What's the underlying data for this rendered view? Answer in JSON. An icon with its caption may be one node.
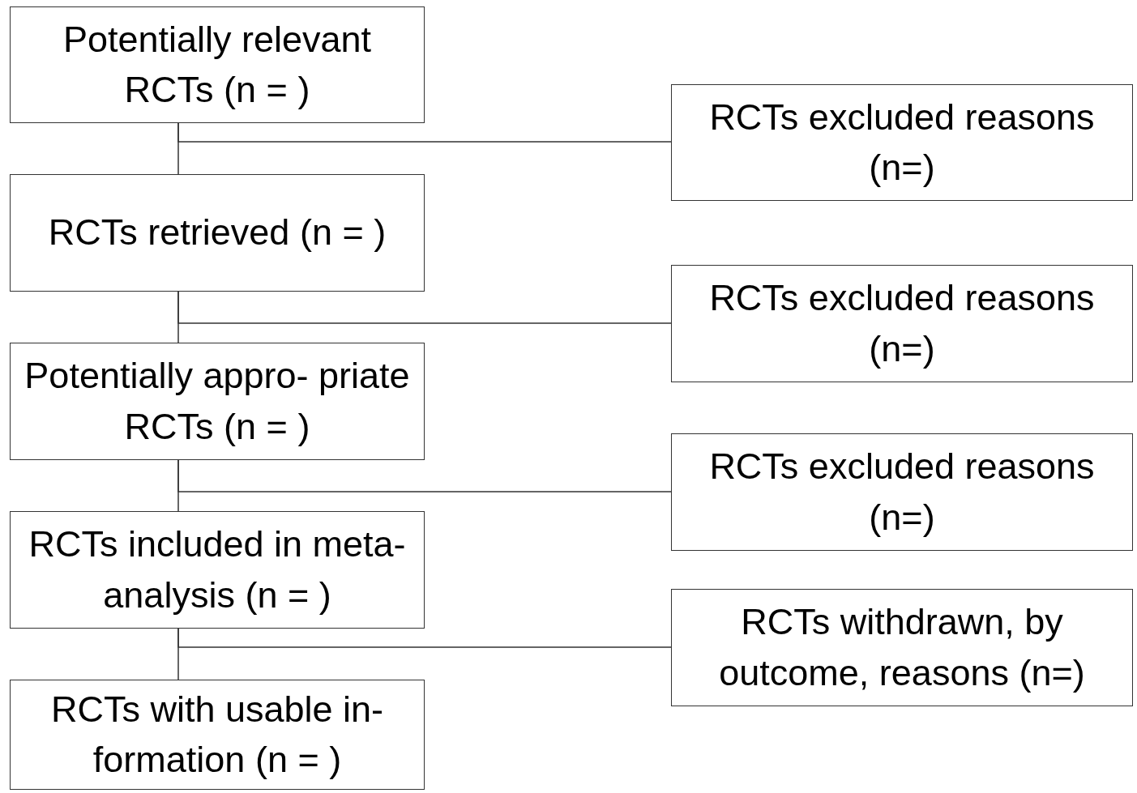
{
  "diagram": {
    "nodes": [
      {
        "text": [
          "Potentially relevant RCTs (n = )"
        ]
      },
      {
        "text": [
          "RCTs excluded reasons (n=)"
        ]
      },
      {
        "text": [
          "RCTs retrieved (n = )"
        ]
      },
      {
        "text": [
          "RCTs excluded reasons (n=)"
        ]
      },
      {
        "text": [
          "Potentially appro- priate RCTs (n = )"
        ]
      },
      {
        "text": [
          "RCTs excluded reasons (n=)"
        ]
      },
      {
        "text": [
          "RCTs included in meta-analysis (n = )"
        ]
      },
      {
        "text": [
          "RCTs withdrawn, by outcome, reasons (n=)"
        ]
      },
      {
        "text": [
          "RCTs with usable in- formation (n = )"
        ]
      }
    ],
    "edges": [
      {
        "from": 0,
        "to": 1,
        "arrow": "none"
      },
      {
        "from": 0,
        "to": 2,
        "arrow": "none"
      },
      {
        "from": 2,
        "to": 3,
        "arrow": "none"
      },
      {
        "from": 2,
        "to": 4,
        "arrow": "none"
      },
      {
        "from": 4,
        "to": 5,
        "arrow": "none"
      },
      {
        "from": 4,
        "to": 6,
        "arrow": "none"
      },
      {
        "from": 6,
        "to": 7,
        "arrow": "none"
      },
      {
        "from": 6,
        "to": 8,
        "arrow": "none"
      }
    ]
  }
}
